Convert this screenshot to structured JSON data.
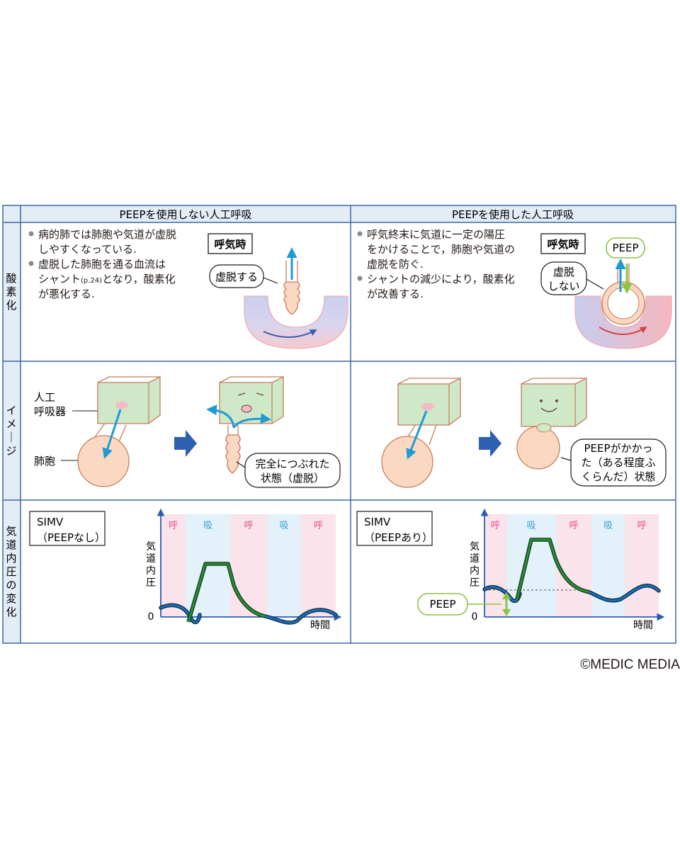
{
  "table": {
    "col_headers": [
      "PEEPを使用しない人工呼吸",
      "PEEPを使用した人工呼吸"
    ],
    "row_headers": [
      "酸素化",
      "イメージ",
      "気道内圧の変化"
    ]
  },
  "oxygenation": {
    "left": {
      "bullets": [
        [
          "病的肺では肺胞や気道が虚脱",
          "しやすくなっている."
        ],
        [
          "虚脱した肺胞を通る血流は",
          "シャント",
          "(p.24)",
          "となり，酸素化",
          "が悪化する."
        ]
      ],
      "tag": "呼気時",
      "callout": "虚脱する"
    },
    "right": {
      "bullets": [
        [
          "呼気終末に気道に一定の陽圧",
          "をかけることで，肺胞や気道の",
          "虚脱を防ぐ."
        ],
        [
          "シャントの減少により，酸素化",
          "が改善する."
        ]
      ],
      "tag": "呼気時",
      "peep_label": "PEEP",
      "callout": [
        "虚脱",
        "しない"
      ]
    }
  },
  "image_row": {
    "left": {
      "label_ventilator": [
        "人工",
        "呼吸器"
      ],
      "label_alveolus": "肺胞",
      "callout": [
        "完全につぶれた",
        "状態（虚脱）"
      ]
    },
    "right": {
      "callout": [
        "PEEPがかかっ",
        "た（ある程度ふ",
        "くらんだ）状態"
      ]
    }
  },
  "pressure": {
    "left": {
      "mode": [
        "SIMV",
        "（PEEPなし）"
      ],
      "phases": [
        "呼",
        "吸",
        "呼",
        "吸",
        "呼"
      ],
      "ylabel": [
        "気",
        "道",
        "内",
        "圧"
      ],
      "origin": "0",
      "xlabel": "時間"
    },
    "right": {
      "mode": [
        "SIMV",
        "（PEEPあり）"
      ],
      "phases": [
        "呼",
        "吸",
        "呼",
        "吸",
        "呼"
      ],
      "ylabel": [
        "気",
        "道",
        "内",
        "圧"
      ],
      "origin": "0",
      "xlabel": "時間",
      "peep_label": "PEEP"
    }
  },
  "colors": {
    "border": "#3a6aa8",
    "header_bg": "#e4ecf6",
    "exhale_bg": "#fbe3ec",
    "inhale_bg": "#e2f1fa",
    "exhale_text": "#e5508a",
    "inhale_text": "#3aa0d2",
    "blue_arrow": "#1e9ad6",
    "green_curve": "#2a8a3a",
    "blue_curve": "#1a6fb0",
    "machine_fill": "#cfe8c8",
    "alveolus_fill": "#fbd8c2",
    "peep_green": "#8cc63f"
  },
  "copyright": "©MEDIC MEDIA"
}
